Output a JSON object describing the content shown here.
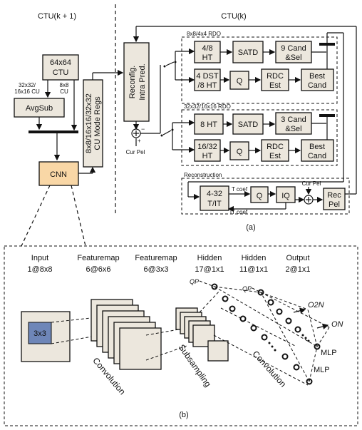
{
  "part_a": {
    "ctu_k1_title": "CTU(k + 1)",
    "ctu_k_title": "CTU(k)",
    "ctu64": [
      "64x64",
      "CTU"
    ],
    "cu_label_left": [
      "32x32/",
      "16x16 CU"
    ],
    "cu_label_right": [
      "8x8",
      "CU"
    ],
    "avgsub": "AvgSub",
    "cnn": "CNN",
    "mode_regs": [
      "8x8/16x16/32x32",
      "CU Mode Regs"
    ],
    "intra_pred": [
      "Reconfig.",
      "Intra Pred."
    ],
    "cur_pel_left": "Cur Pel",
    "rdo_top_label": "8x8/4x4 RDO",
    "rdo_bot_label": "32x32/16x16 RDO",
    "row1": [
      [
        "4/8",
        "HT"
      ],
      [
        "SATD"
      ],
      [
        "9 Cand",
        "&Sel"
      ]
    ],
    "row2": [
      [
        "4 DST",
        "/8 HT"
      ],
      [
        "Q"
      ],
      [
        "RDC",
        "Est"
      ],
      [
        "Best",
        "Cand"
      ]
    ],
    "row3": [
      [
        "8 HT"
      ],
      [
        "SATD"
      ],
      [
        "3 Cand",
        "&Sel"
      ]
    ],
    "row4": [
      [
        "16/32",
        "HT"
      ],
      [
        "Q"
      ],
      [
        "RDC",
        "Est"
      ],
      [
        "Best",
        "Cand"
      ]
    ],
    "recon_label": "Reconstruction",
    "tit": [
      "4-32",
      "T/IT"
    ],
    "q": "Q",
    "iq": "IQ",
    "t_coef": "T coef",
    "it_coef": "IT coef",
    "cur_pel_right": "Cur Pel",
    "rec_pel": [
      "Rec",
      "Pel"
    ],
    "caption": "(a)"
  },
  "part_b": {
    "headers": [
      {
        "name": "Input",
        "dim": "1@8x8"
      },
      {
        "name": "Featuremap",
        "dim": "6@6x6"
      },
      {
        "name": "Featuremap",
        "dim": "6@3x3"
      },
      {
        "name": "Hidden",
        "dim": "17@1x1"
      },
      {
        "name": "Hidden",
        "dim": "11@1x1"
      },
      {
        "name": "Output",
        "dim": "2@1x1"
      }
    ],
    "kernel": "3x3",
    "conv1": "Convolution",
    "subsampling": "Subsampling",
    "conv2": "Convolution",
    "mlp1": "MLP",
    "mlp2": "MLP",
    "qp_a": "QP",
    "qp_b": "QP",
    "o2n": "O2N",
    "on": "ON",
    "caption": "(b)"
  },
  "colors": {
    "block": "#ece7dd",
    "cnn": "#f9d7a6",
    "kernel": "#6e86b8"
  }
}
